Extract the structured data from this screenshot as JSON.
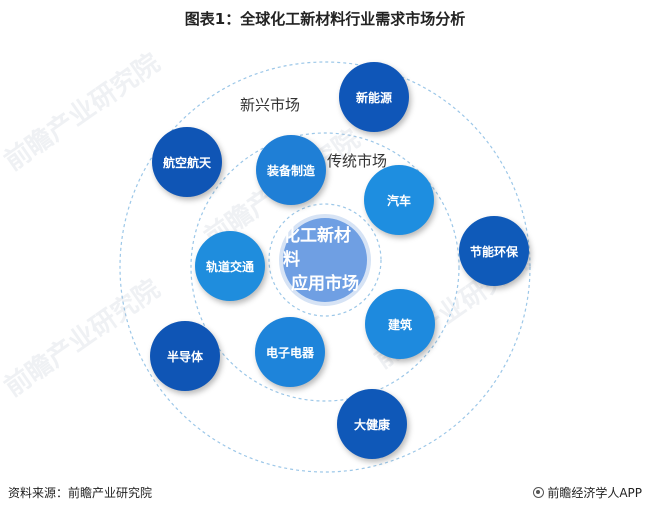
{
  "title": "图表1：全球化工新材料行业需求市场分析",
  "center": {
    "line1": "化工新材料",
    "line2": "应用市场"
  },
  "rings": {
    "outer_label": "新兴市场",
    "inner_label": "传统市场"
  },
  "inner_nodes": [
    {
      "label": "装备制造",
      "color": "#1f7fd6"
    },
    {
      "label": "汽车",
      "color": "#1e8ee0"
    },
    {
      "label": "轨道交通",
      "color": "#1f8ddd"
    },
    {
      "label": "电子电器",
      "color": "#1e84da"
    },
    {
      "label": "建筑",
      "color": "#1e8ade"
    }
  ],
  "outer_nodes": [
    {
      "label": "新能源",
      "color": "#0f56b8"
    },
    {
      "label": "航空航天",
      "color": "#0f55b5"
    },
    {
      "label": "节能环保",
      "color": "#0f5ab9"
    },
    {
      "label": "半导体",
      "color": "#0f55b5"
    },
    {
      "label": "大健康",
      "color": "#0f58b8"
    }
  ],
  "footer": {
    "source": "资料来源：前瞻产业研究院",
    "brand": "前瞻经济学人APP"
  },
  "watermark": "前瞻产业研究院"
}
